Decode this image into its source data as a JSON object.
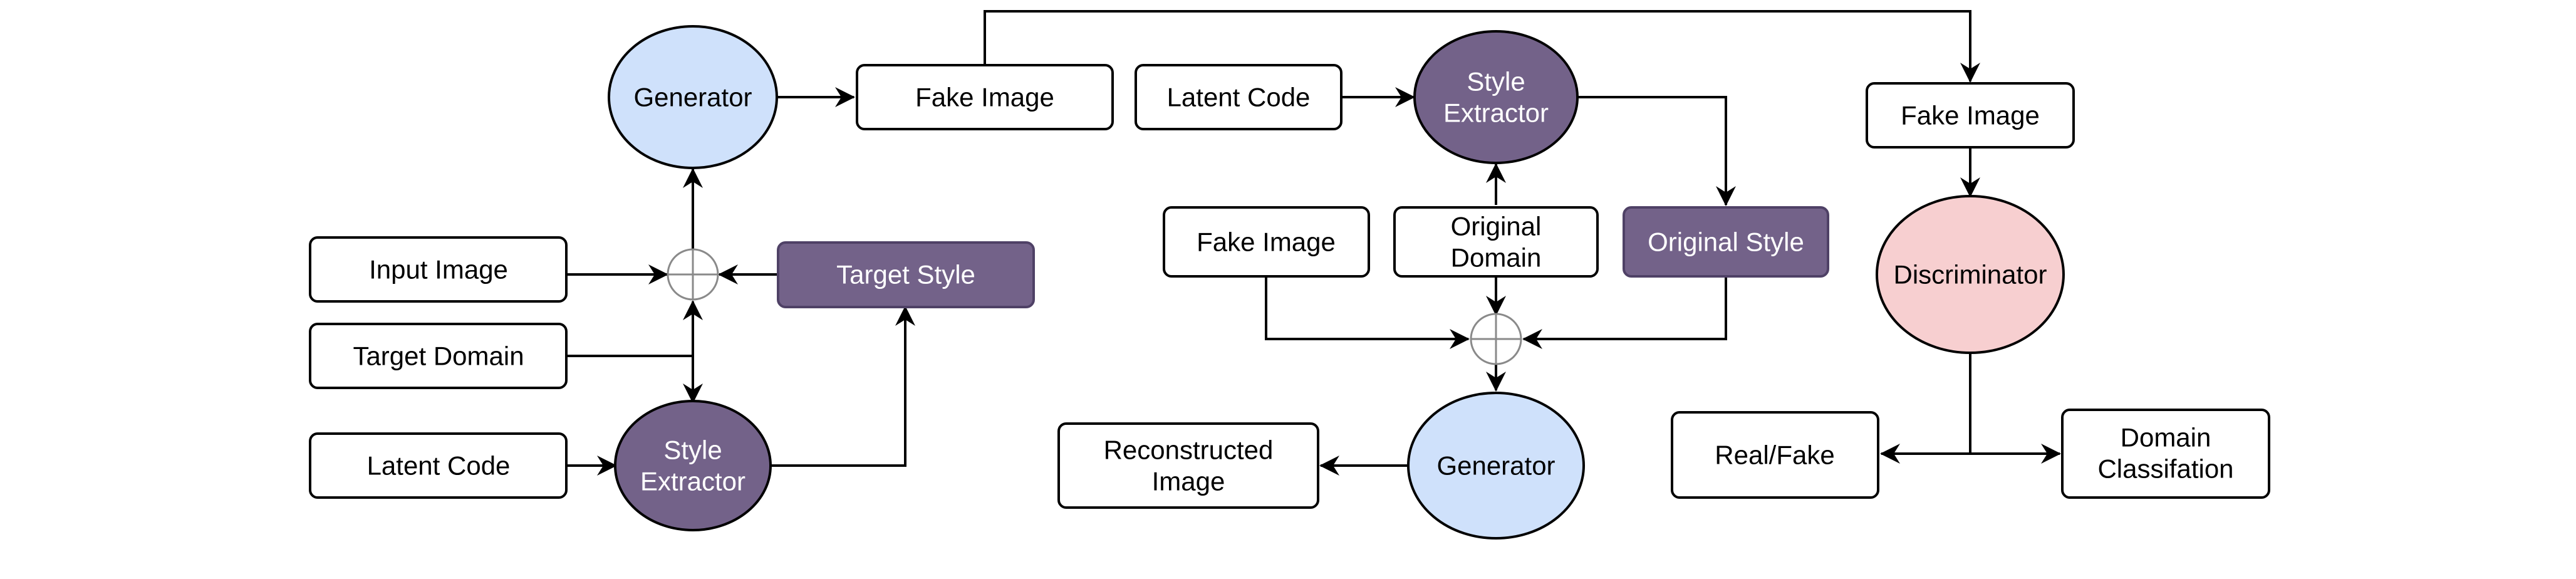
{
  "diagram": {
    "left": {
      "generator": "Generator",
      "fake_image": "Fake Image",
      "input_image": "Input Image",
      "target_style": "Target Style",
      "target_domain": "Target Domain",
      "latent_code": "Latent Code",
      "style_extractor": [
        "Style",
        "Extractor"
      ]
    },
    "middle": {
      "latent_code": "Latent Code",
      "style_extractor": [
        "Style",
        "Extractor"
      ],
      "fake_image": "Fake Image",
      "original_domain": [
        "Original",
        "Domain"
      ],
      "original_style": "Original Style",
      "reconstructed_image": [
        "Reconstructed",
        "Image"
      ],
      "generator": "Generator"
    },
    "right": {
      "fake_image": "Fake Image",
      "discriminator": "Discriminator",
      "real_fake": "Real/Fake",
      "domain_classification": [
        "Domain",
        "Classifation"
      ]
    }
  },
  "colors": {
    "generator_fill": "#cfe1fb",
    "style_extractor_fill": "#736289",
    "style_box_fill": "#736289",
    "discriminator_fill": "#f7cfd0"
  },
  "icons": [
    "combine-icon"
  ]
}
